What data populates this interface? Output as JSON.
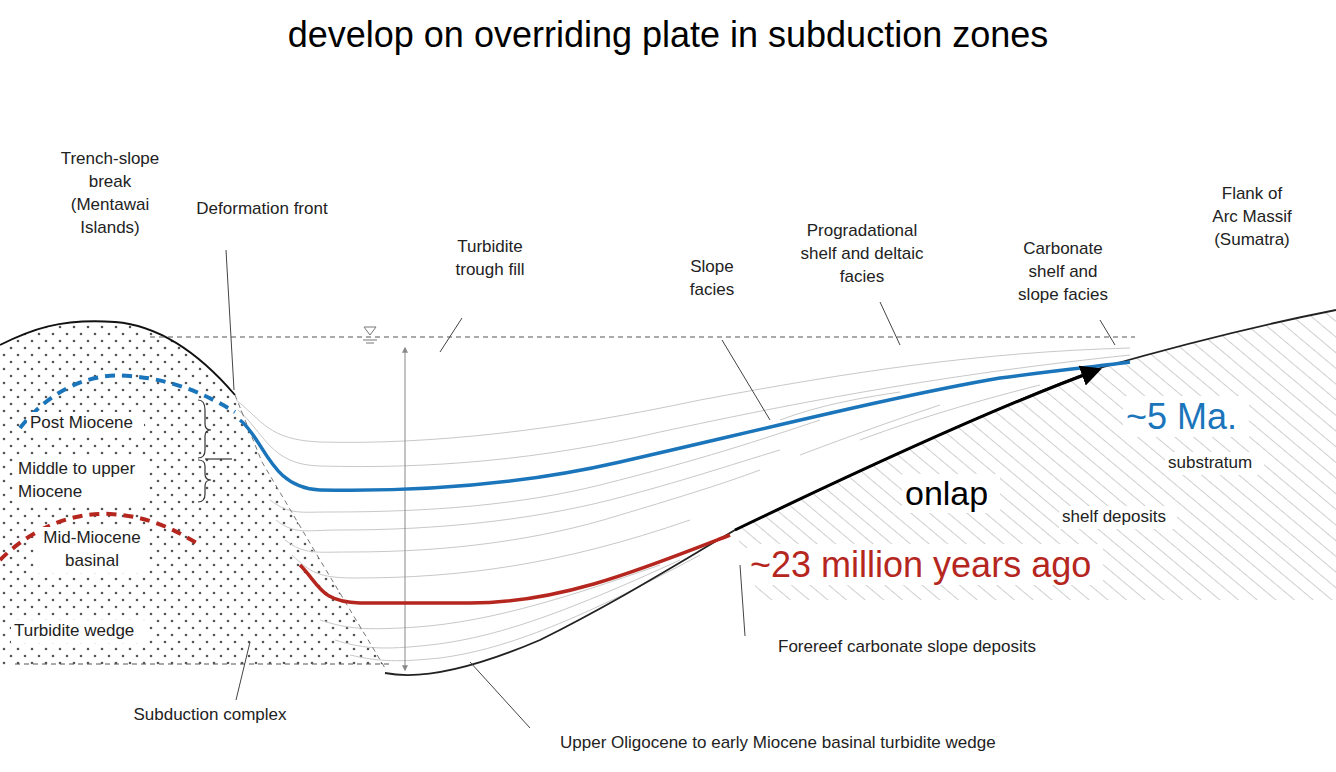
{
  "diagram": {
    "title": "develop on overriding plate in subduction zones",
    "labels": [
      "Trench-slope break (Mentawai Islands)",
      "Deformation front",
      "Turbidite trough fill",
      "Slope facies",
      "Progradational shelf and deltaic facies",
      "Carbonate shelf and slope facies",
      "Flank of Arc Massif (Sumatra)",
      "Post Miocene",
      "Middle to upper Miocene",
      "Mid-Miocene basinal",
      "Turbidite wedge",
      "Subduction complex",
      "Upper Oligocene to early Miocene basinal turbidite wedge",
      "Forereef carbonate slope deposits",
      "onlap",
      "~23 million years ago",
      "~5 Ma.",
      "substratum",
      "shelf deposits"
    ]
  }
}
